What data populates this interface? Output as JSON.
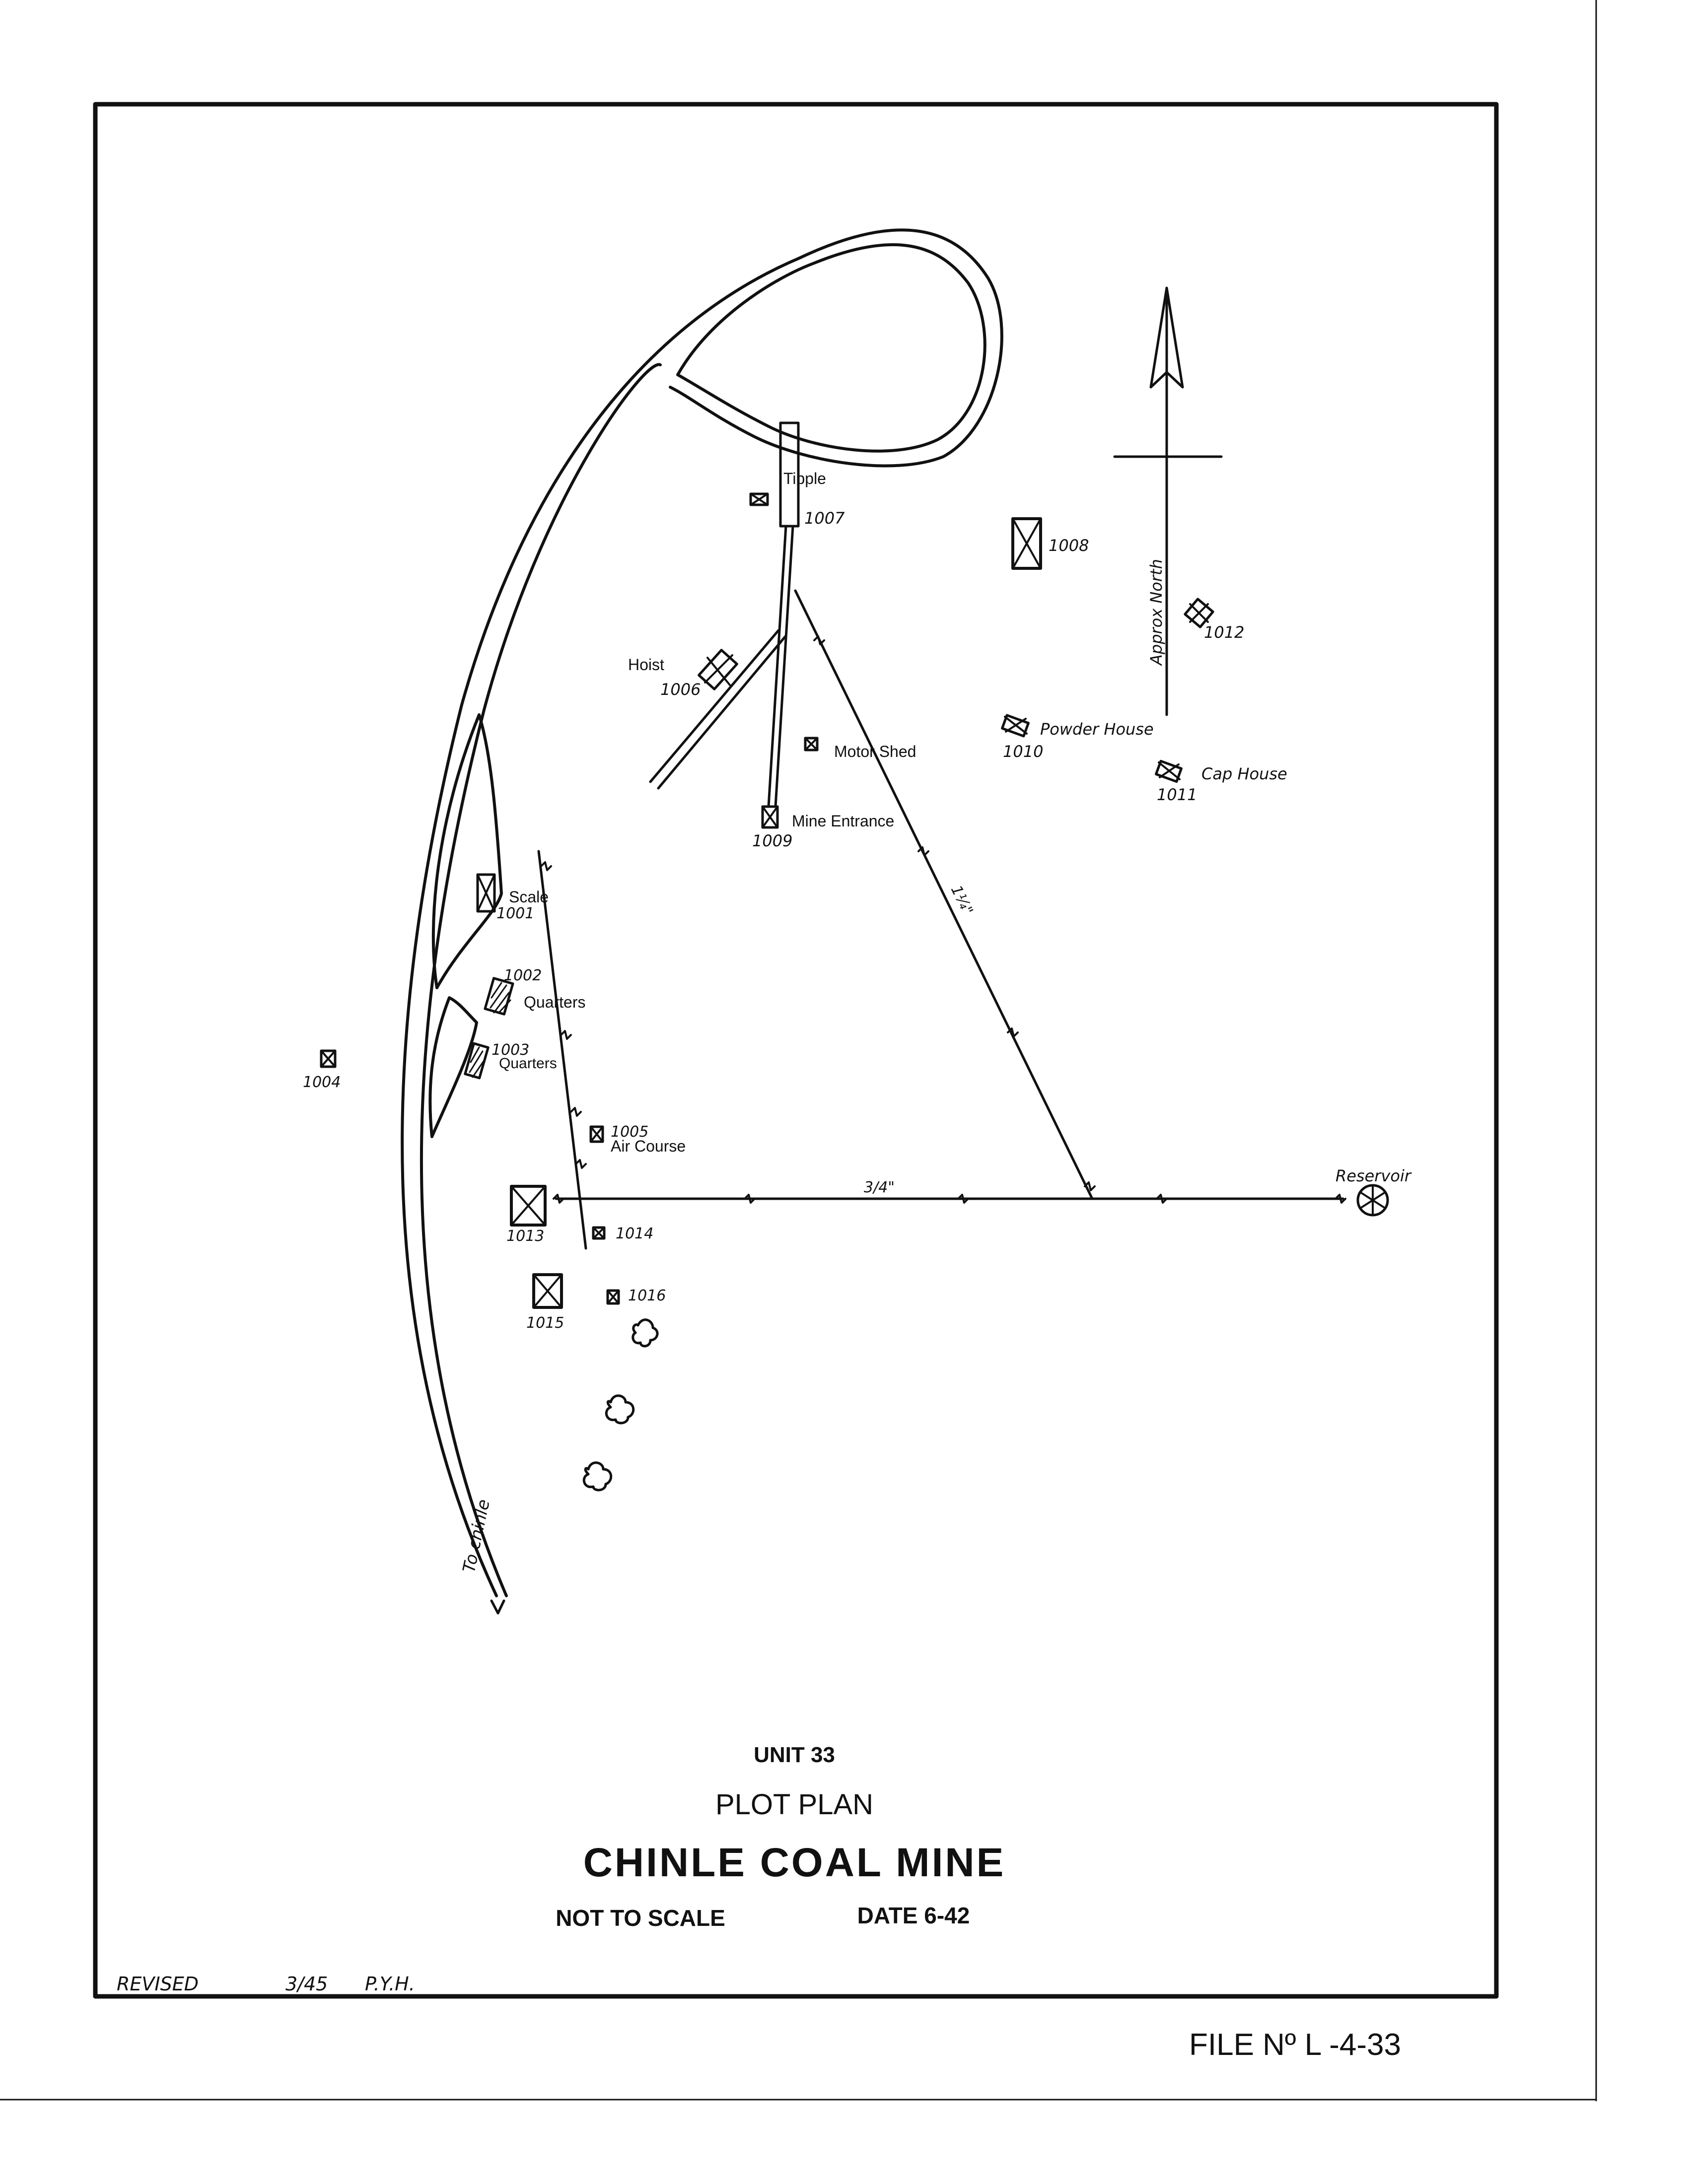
{
  "map": {
    "north_arrow": {
      "label": "Approx North"
    },
    "pipes": {
      "main_line_label": "3/4\"",
      "branch_line_label": "1¼\"",
      "terminus_label": "Reservoir"
    },
    "road_label": "To chinle",
    "buildings": [
      {
        "id": "1001",
        "name": "Scale",
        "type": "x-box"
      },
      {
        "id": "1002",
        "name": "Quarters",
        "type": "hatched"
      },
      {
        "id": "1003",
        "name": "Quarters",
        "type": "hatched"
      },
      {
        "id": "1004",
        "name": "",
        "type": "x-box"
      },
      {
        "id": "1005",
        "name": "Air Course",
        "type": "x-box"
      },
      {
        "id": "1006",
        "name": "Hoist",
        "type": "x-box"
      },
      {
        "id": "1007",
        "name": "Tipple",
        "type": "x-box"
      },
      {
        "id": "1008",
        "name": "",
        "type": "x-box"
      },
      {
        "id": "1009",
        "name": "Mine Entrance",
        "type": "x-box"
      },
      {
        "id": "1010",
        "name": "Powder House",
        "type": "x-box"
      },
      {
        "id": "1011",
        "name": "Cap House",
        "type": "x-box"
      },
      {
        "id": "1012",
        "name": "",
        "type": "x-box"
      },
      {
        "id": "1013",
        "name": "",
        "type": "x-box"
      },
      {
        "id": "1014",
        "name": "",
        "type": "x-box"
      },
      {
        "id": "1015",
        "name": "",
        "type": "x-box"
      },
      {
        "id": "1016",
        "name": "",
        "type": "x-box"
      }
    ]
  },
  "title_block": {
    "unit": "UNIT 33",
    "doc_type": "PLOT PLAN",
    "name": "CHINLE COAL MINE",
    "scale": "NOT TO SCALE",
    "date": "DATE  6-42"
  },
  "revision": {
    "text": "REVISED",
    "date": "3/45",
    "initials": "P.Y.H."
  },
  "file_number": "FILE Nº L -4-33",
  "colors": {
    "ink": "#111111",
    "paper": "#ffffff"
  }
}
